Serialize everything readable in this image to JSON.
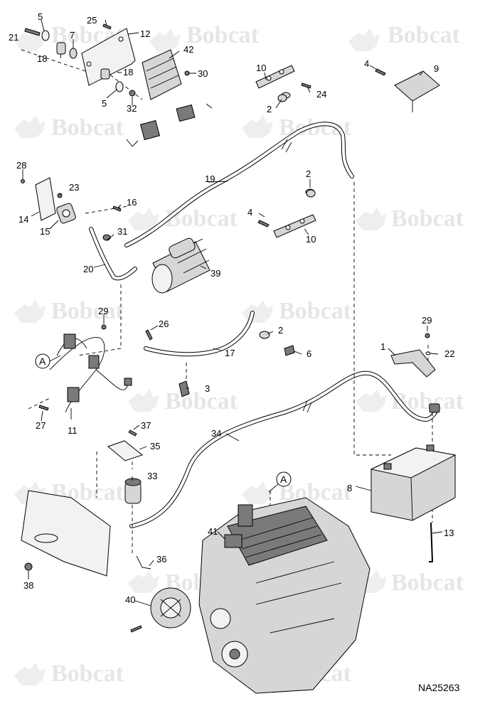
{
  "watermark": {
    "text": "Bobcat"
  },
  "figure_id": "NA25263",
  "callouts": {
    "c1": "1",
    "c2a": "2",
    "c2b": "2",
    "c2c": "2",
    "c3": "3",
    "c4a": "4",
    "c4b": "4",
    "c5a": "5",
    "c5b": "5",
    "c6": "6",
    "c7": "7",
    "c8": "8",
    "c9": "9",
    "c10a": "10",
    "c10b": "10",
    "c11": "11",
    "c12": "12",
    "c13": "13",
    "c14": "14",
    "c15": "15",
    "c16": "16",
    "c17": "17",
    "c18a": "18",
    "c18b": "18",
    "c19": "19",
    "c20": "20",
    "c21": "21",
    "c22": "22",
    "c23": "23",
    "c24": "24",
    "c25": "25",
    "c26": "26",
    "c27": "27",
    "c28": "28",
    "c29a": "29",
    "c29b": "29",
    "c30": "30",
    "c31": "31",
    "c32": "32",
    "c33": "33",
    "c34": "34",
    "c35": "35",
    "c36": "36",
    "c37": "37",
    "c38": "38",
    "c39": "39",
    "c40": "40",
    "c41": "41",
    "c42": "42"
  },
  "reference_marks": {
    "a_left": "A",
    "a_engine": "A"
  }
}
